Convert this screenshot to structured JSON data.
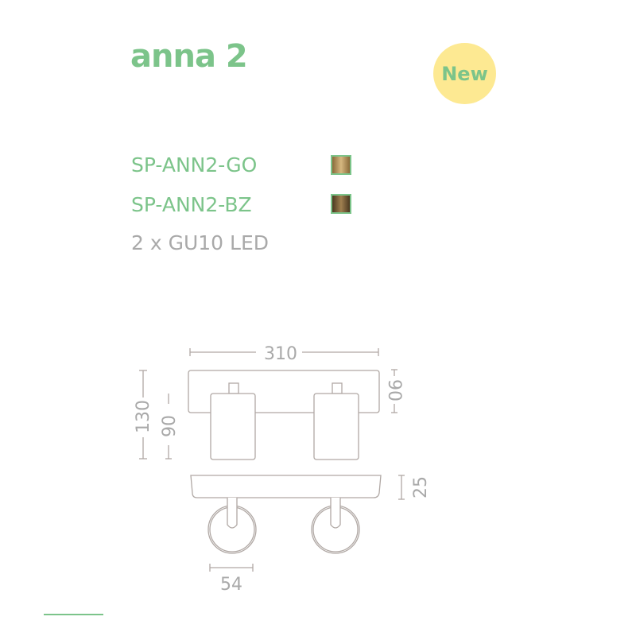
{
  "product": {
    "name": "anna 2",
    "badge": "New"
  },
  "variants": [
    {
      "code": "SP-ANN2-GO",
      "finish_color": "#b89560"
    },
    {
      "code": "SP-ANN2-BZ",
      "finish_color": "#7a6040"
    }
  ],
  "lamp_spec": "2 x GU10 LED",
  "dimensions": {
    "width": "310",
    "height_total": "130",
    "head_height": "90",
    "head_height_side": "90",
    "depth": "25",
    "head_diameter": "54"
  },
  "colors": {
    "accent": "#7cc48a",
    "badge": "#fde992",
    "text_gray": "#a9a9a9"
  }
}
